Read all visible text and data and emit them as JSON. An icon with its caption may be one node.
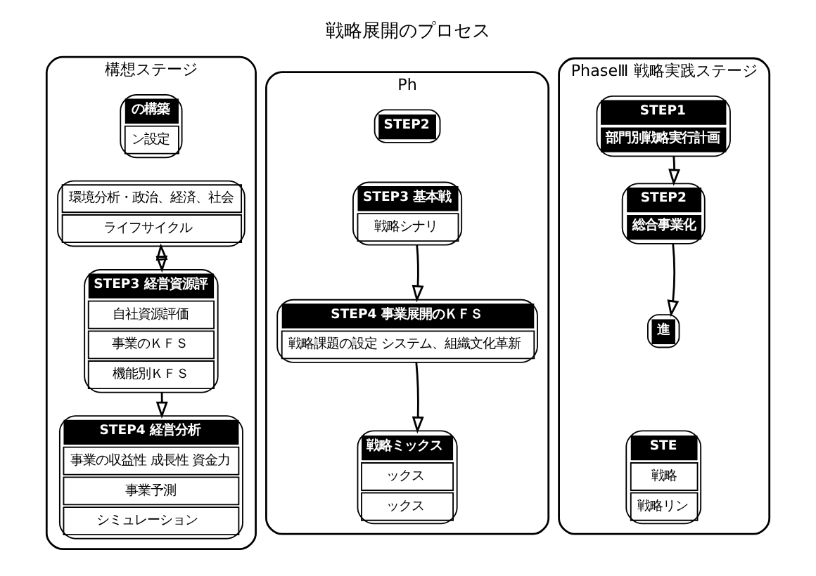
{
  "diagram": {
    "title": "戦略展開のプロセス",
    "nodes": [
      {
        "text": [
          "構想ステージ"
        ]
      },
      {
        "text": [
          "の構築",
          "ン設定"
        ],
        "in": 0
      },
      {
        "text": [
          "環境分析・政治、経済、社会",
          "ライフサイクル"
        ],
        "in": 0
      },
      {
        "text": [
          "STEP3 経営資源評",
          "自社資源評価",
          "事業のＫＦＳ",
          "機能別ＫＦＳ"
        ],
        "in": 0
      },
      {
        "text": [
          "STEP4 経営分析",
          "事業の収益性 成長性 資金力",
          "事業予測",
          "シミュレーション"
        ],
        "in": 0
      },
      {
        "text": [
          "Ph"
        ]
      },
      {
        "text": [
          "STEP2"
        ],
        "in": 5
      },
      {
        "text": [
          "STEP3 基本戦",
          "戦略シナリ"
        ],
        "in": 5
      },
      {
        "text": [
          "STEP4 事業展開のＫＦＳ",
          "戦略課題の設定 システム、組織文化革新"
        ],
        "in": 5
      },
      {
        "text": [
          "戦略ミックス",
          "ックス",
          "ックス"
        ],
        "in": 5
      },
      {
        "text": [
          "PhaseⅢ 戦略実践ステージ"
        ]
      },
      {
        "text": [
          "STEP1",
          "部門別戦略実行計画"
        ],
        "in": 10
      },
      {
        "text": [
          "STEP2",
          "総合事業化"
        ],
        "in": 10
      },
      {
        "text": [
          "進"
        ],
        "in": 10
      },
      {
        "text": [
          "STE",
          "戦略",
          "戦略リン"
        ],
        "in": 10
      }
    ],
    "edges": [
      {
        "from": 2,
        "to": 3,
        "arrow": "both"
      },
      {
        "from": 3,
        "to": 4,
        "arrow": "to"
      },
      {
        "from": 7,
        "to": 8,
        "arrow": "to"
      },
      {
        "from": 8,
        "to": 9,
        "arrow": "to"
      },
      {
        "from": 11,
        "to": 12,
        "arrow": "to"
      },
      {
        "from": 12,
        "to": 13,
        "arrow": "to"
      }
    ]
  }
}
